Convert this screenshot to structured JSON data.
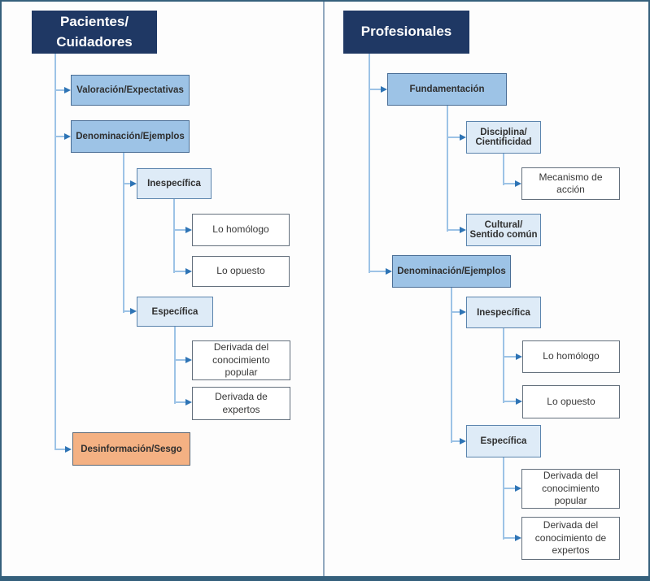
{
  "colors": {
    "header_bg": "#1F3864",
    "header_text": "#FFFFFF",
    "mid_blue_fill": "#9DC3E6",
    "mid_blue_border": "#4A6E96",
    "light_blue_fill": "#DEEBF7",
    "light_blue_border": "#5B84AD",
    "white_fill": "#FFFFFF",
    "white_border": "#64707D",
    "orange_fill": "#F4B183",
    "orange_border": "#5A6673",
    "line": "#9DC3E6",
    "arrow": "#2E74B5",
    "frame_border": "#35607C",
    "divider": "#91A9BF",
    "text_dark": "#2F2F2F"
  },
  "left": {
    "title": "Pacientes/\nCuidadores",
    "valoracion": "Valoración/Expectativas",
    "denominacion": "Denominación/Ejemplos",
    "inespecifica": "Inespecífica",
    "lo_homologo": "Lo homólogo",
    "lo_opuesto": "Lo opuesto",
    "especifica": "Específica",
    "derivada_popular": "Derivada del\nconocimiento\npopular",
    "derivada_expertos": "Derivada de\nexpertos",
    "desinformacion": "Desinformación/Sesgo"
  },
  "right": {
    "title": "Profesionales",
    "fundamentacion": "Fundamentación",
    "disciplina": "Disciplina/\nCientificidad",
    "mecanismo": "Mecanismo de\nacción",
    "cultural": "Cultural/\nSentido común",
    "denominacion": "Denominación/Ejemplos",
    "inespecifica": "Inespecífica",
    "lo_homologo": "Lo homólogo",
    "lo_opuesto": "Lo opuesto",
    "especifica": "Específica",
    "derivada_popular": "Derivada del\nconocimiento\npopular",
    "derivada_expertos": "Derivada del\nconocimiento de\nexpertos"
  }
}
